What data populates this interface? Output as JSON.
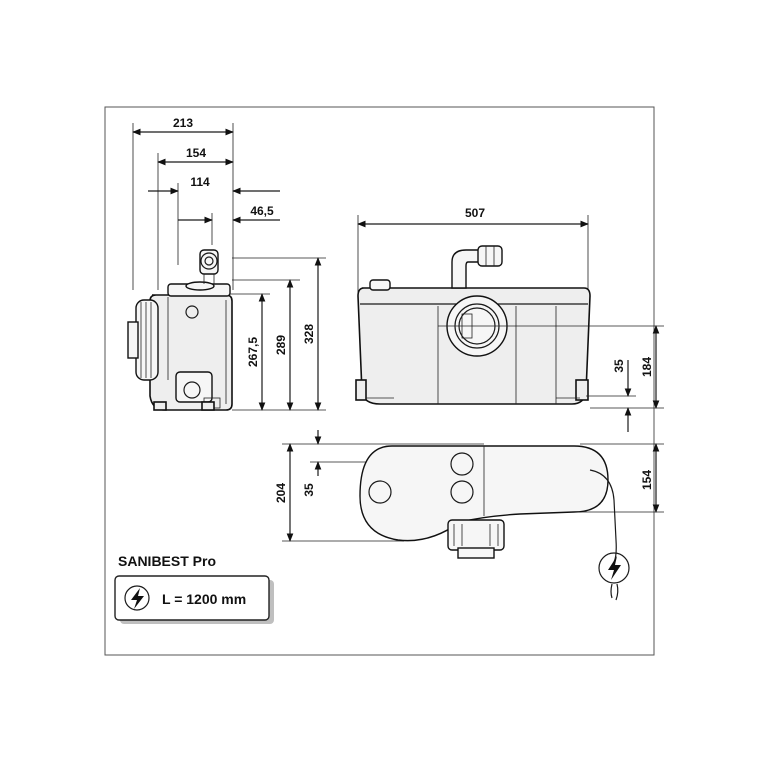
{
  "product_name": "SANIBEST Pro",
  "cable_length_label": "L = 1200 mm",
  "dimensions": {
    "side_width_213": "213",
    "side_width_154": "154",
    "side_width_114": "114",
    "side_width_46_5": "46,5",
    "side_height_267_5": "267,5",
    "side_height_289": "289",
    "side_height_328": "328",
    "front_width_507": "507",
    "front_height_35": "35",
    "front_height_184": "184",
    "top_depth_204": "204",
    "top_offset_35": "35",
    "top_depth_154": "154"
  },
  "icons": {
    "electric": "lightning-bolt"
  }
}
